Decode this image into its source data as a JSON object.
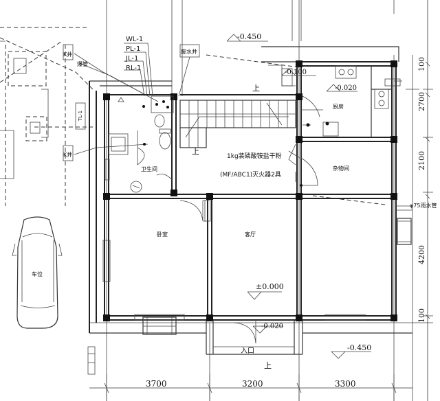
{
  "rooms": {
    "bathroom": "卫生间",
    "kitchen": "厨房",
    "storage": "杂物间",
    "bedroom": "卧室",
    "living": "客厅",
    "parking": "车位"
  },
  "pipes": {
    "wl": "WL-1",
    "pl": "PL-1",
    "jl": "JL-1",
    "rl": "RL-1",
    "tl_left": "TL-1",
    "downspout": "废水井",
    "well_left_top": "K井",
    "well_left_bottom": "K井",
    "mesh": "爆管",
    "rain_outlet": "φ75雨水管"
  },
  "extinguisher": {
    "line1": "1kg装磷酸铵盐干粉",
    "line2": "(MF/ABC1)灭火器2具"
  },
  "levels": {
    "top": "-0.450",
    "kitchen_a": "-0.100",
    "kitchen_b": "-0.020",
    "floor": "±0.000",
    "entrance": "-0.020",
    "outside": "-0.450"
  },
  "stairs_up": "上",
  "entrance_label": "入口",
  "entrance_up": "上",
  "dimensions_bottom": [
    "3700",
    "3200",
    "3300"
  ],
  "dimensions_right": [
    "100",
    "2700",
    "2100",
    "4200",
    "100"
  ]
}
